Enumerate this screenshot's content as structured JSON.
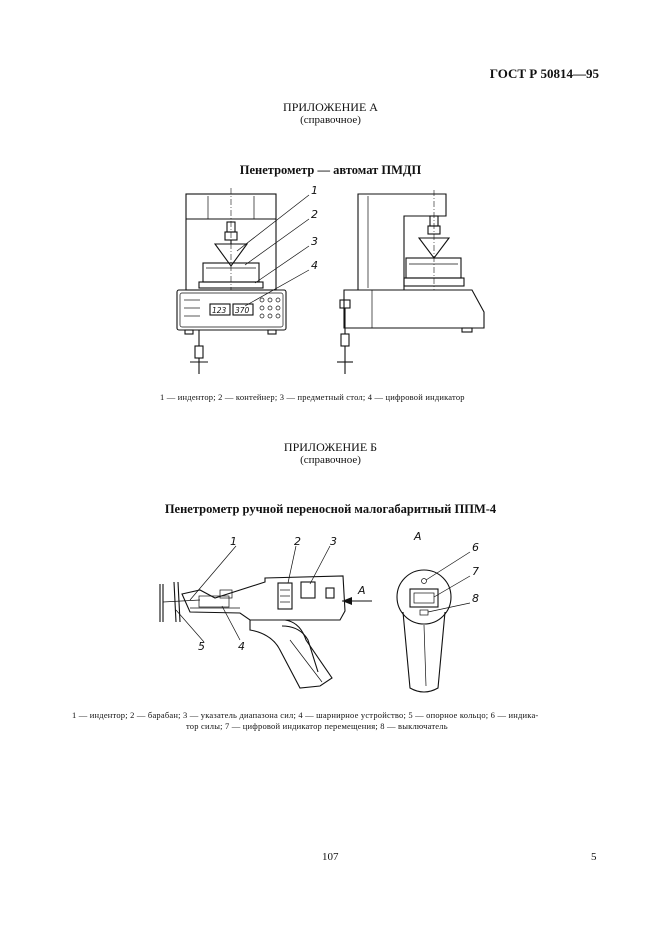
{
  "header": {
    "doc_id": "ГОСТ Р 50814—95"
  },
  "appendix_a": {
    "title": "ПРИЛОЖЕНИЕ А",
    "subtitle": "(справочное)",
    "figure_title": "Пенетрометр — автомат ПМДП",
    "callouts": [
      "1",
      "2",
      "3",
      "4"
    ],
    "display": {
      "left": "123",
      "right": "370"
    },
    "caption": "1 — индентор; 2 — контейнер; 3 — предметный стол; 4 — цифровой индикатор"
  },
  "appendix_b": {
    "title": "ПРИЛОЖЕНИЕ Б",
    "subtitle": "(справочное)",
    "figure_title": "Пенетрометр ручной переносной малогабаритный ППМ-4",
    "callouts_side": [
      "1",
      "2",
      "3",
      "4",
      "5"
    ],
    "callouts_front": [
      "6",
      "7",
      "8"
    ],
    "view_label": "А",
    "arrow_label": "А",
    "caption_line1": "1 — индентор; 2 — барабан; 3 — указатель диапазона сил; 4 — шарнирное устройство; 5 — опорное кольцо; 6 — индика-",
    "caption_line2": "тор силы; 7 — цифровой индикатор перемещения; 8 — выключатель"
  },
  "footer": {
    "center_page": "107",
    "right_page": "5"
  }
}
